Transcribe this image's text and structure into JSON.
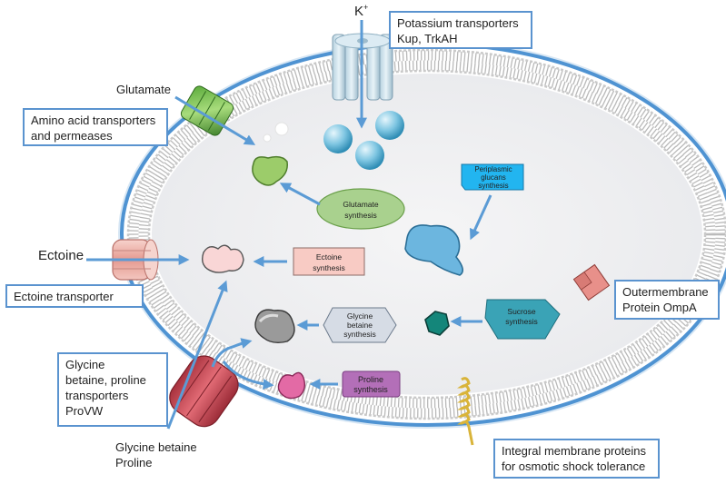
{
  "ion_label": "K",
  "ion_charge": "+",
  "labels": {
    "potassium_transporters": [
      "Potassium transporters",
      "Kup, TrkAH"
    ],
    "glutamate": "Glutamate",
    "amino_acid_transporters": [
      "Amino acid transporters",
      "and permeases"
    ],
    "ectoine": "Ectoine",
    "ectoine_transporter": "Ectoine transporter",
    "provw": [
      "Glycine",
      "betaine, proline",
      "transporters",
      "ProVW"
    ],
    "glycine_betaine_proline": [
      "Glycine betaine",
      "Proline"
    ],
    "outer_membrane": [
      "Outermembrane",
      "Protein OmpA"
    ],
    "integral_membrane": [
      "Integral membrane proteins",
      "for osmotic shock tolerance"
    ]
  },
  "processes": {
    "glutamate_synthesis": [
      "Glutamate",
      "synthesis"
    ],
    "ectoine_synthesis": [
      "Ectoine",
      "synthesis"
    ],
    "glycine_betaine_synthesis": [
      "Glycine",
      "betaine",
      "synthesis"
    ],
    "proline_synthesis": [
      "Proline",
      "synthesis"
    ],
    "periplasmic_glucans_synthesis": [
      "Periplasmic",
      "glucans",
      "synthesis"
    ],
    "sucrose_synthesis": [
      "Sucrose",
      "synthesis"
    ]
  },
  "colors": {
    "membrane": "#5b9bd5",
    "arrow": "#5b9bd5",
    "box_border": "#5a93cf",
    "glutamate_synthesis": "#a9d18e",
    "ectoine_synthesis": "#f8cbc4",
    "glycine_betaine_synthesis": "#d6dce5",
    "proline_synthesis": "#b36fb8",
    "periplasmic_glucans": "#22b5f0",
    "sucrose_synthesis": "#3aa3b6"
  }
}
